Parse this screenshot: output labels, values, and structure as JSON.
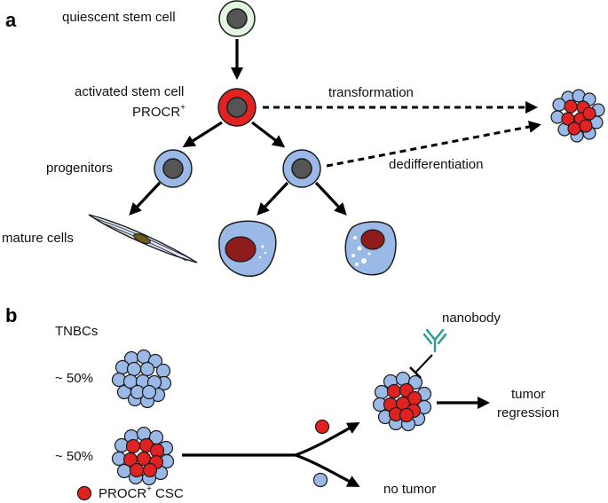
{
  "panel_a": {
    "letter": "a",
    "labels": {
      "quiescent": "quiescent stem cell",
      "activated": "activated stem cell",
      "procr": "PROCR",
      "procr_sup": "+",
      "transformation": "transformation",
      "progenitors": "progenitors",
      "dedifferentiation": "dedifferentiation",
      "mature": "mature cells"
    }
  },
  "panel_b": {
    "letter": "b",
    "labels": {
      "tnbcs": "TNBCs",
      "pct_top": "~ 50%",
      "pct_bottom": "~ 50%",
      "nanobody": "nanobody",
      "tumor_regression_1": "tumor",
      "tumor_regression_2": "regression",
      "no_tumor": "no tumor",
      "legend_procr": "PROCR",
      "legend_sup": "+",
      "legend_csc": "CSC"
    }
  },
  "colors": {
    "stem_quiescent_fill": "#e4f5e2",
    "stem_quiescent_stroke": "#2a6e2a",
    "activated_red": "#e12222",
    "progenitor_blue": "#9ab9e6",
    "nucleus_gray": "#555555",
    "mature_nucleus": "#8f1c1c",
    "csc_red": "#e12222",
    "nanobody_teal": "#2a9a94"
  }
}
